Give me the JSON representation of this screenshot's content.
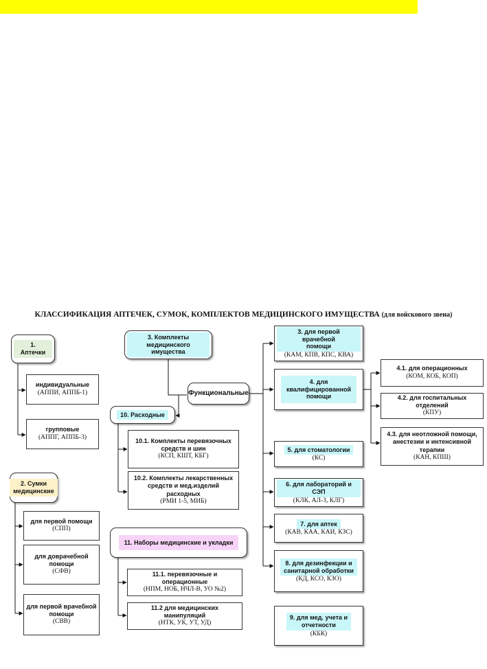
{
  "title": {
    "main": "КЛАССИФИКАЦИЯ АПТЕЧЕК, СУМОК, КОМПЛЕКТОВ МЕДИЦИНСКОГО ИМУЩЕСТВА",
    "sub": "(для войскового звена)"
  },
  "group1": {
    "header": "1. Аптечки",
    "items": [
      {
        "label": "индивидуальные",
        "code": "(АППИ, АППБ-1)"
      },
      {
        "label": "групповые",
        "code": "(АППГ, АППБ-3)"
      }
    ]
  },
  "group2": {
    "header_line1": "2. Сумки",
    "header_line2": "медицинские",
    "items": [
      {
        "label": "для первой помощи",
        "code": "(СПП)"
      },
      {
        "label_line1": "для доврачебной",
        "label_line2": "помощи",
        "code": "(СФВ)"
      },
      {
        "label_line1": "для первой врачебной",
        "label_line2": "помощи",
        "code": "(СВВ)"
      }
    ]
  },
  "group3": {
    "header_line1": "3. Комплекты",
    "header_line2": "медицинского имущества"
  },
  "functional": "Функциональные",
  "group10": {
    "header": "10. Расходные",
    "items": [
      {
        "line1": "10.1. Комплекты перевязочных",
        "line2": "средств и шин",
        "code": "(КСП, КШТ, КБГ)"
      },
      {
        "line1": "10.2. Комплекты лекарственных",
        "line2": "средств и мед.изделий расходных",
        "code": "(РМИ 1-5, МИБ)"
      }
    ]
  },
  "group11": {
    "header": "11. Наборы медицинские и укладки",
    "items": [
      {
        "line1": "11.1. перевязочные и операционные",
        "code": "(НПМ, НОБ, НЧЛ-В, УО №2)"
      },
      {
        "line1": "11.2 для медицинских манипуляций",
        "code": "(НТК, УК, УТ, УД)"
      }
    ]
  },
  "functional_items": [
    {
      "line1": "3. для первой врачебной",
      "line2": "помощи",
      "code": "(КАМ, КПВ, КПС, КВА)"
    },
    {
      "line1": "4. для",
      "line2": "квалифицированной",
      "line3": "помощи",
      "code": ""
    },
    {
      "line1": "5. для стоматологии",
      "code": "(КС)"
    },
    {
      "line1": "6. для лабораторий и СЭП",
      "code": "(КЛК, АЛ-3, КЛГ)"
    },
    {
      "line1": "7. для аптек",
      "code": "(КАВ, КАА, КАИ, КЗС)"
    },
    {
      "line1": "8. для дезинфекции и",
      "line2": "санитарной обработки",
      "code": "(КД, КСО, КЗО)"
    },
    {
      "line1": "9. для мед. учета и",
      "line2": "отчетности",
      "code": "(КБК)"
    }
  ],
  "qualified_items": [
    {
      "line1": "4.1. для операционных",
      "code": "(КОМ, КОБ, КОП)"
    },
    {
      "line1": "4.2. для госпитальных отделений",
      "code": "(КПУ)"
    },
    {
      "line1": "4.3. для неотложной помощи,",
      "line2": "анестезии и интенсивной терапии",
      "code": "(КАН, КПШ)"
    }
  ]
}
